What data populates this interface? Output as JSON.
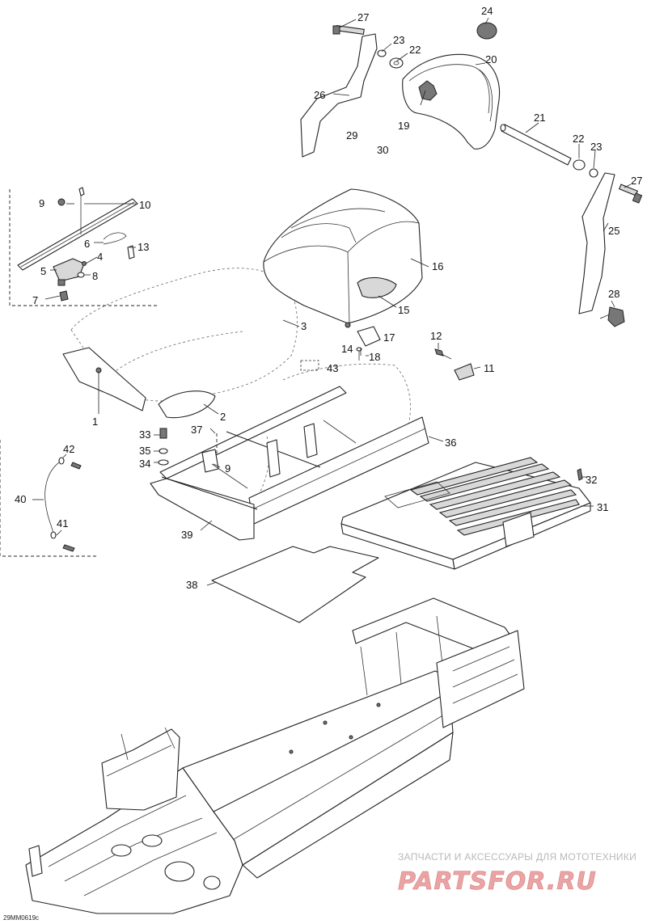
{
  "callouts": [
    {
      "id": "c1",
      "text": "1"
    },
    {
      "id": "c2",
      "text": "2"
    },
    {
      "id": "c3",
      "text": "3"
    },
    {
      "id": "c4",
      "text": "4"
    },
    {
      "id": "c5",
      "text": "5"
    },
    {
      "id": "c6",
      "text": "6"
    },
    {
      "id": "c7",
      "text": "7"
    },
    {
      "id": "c8",
      "text": "8"
    },
    {
      "id": "c9a",
      "text": "9"
    },
    {
      "id": "c9b",
      "text": "9"
    },
    {
      "id": "c10",
      "text": "10"
    },
    {
      "id": "c11",
      "text": "11"
    },
    {
      "id": "c12",
      "text": "12"
    },
    {
      "id": "c13",
      "text": "13"
    },
    {
      "id": "c14",
      "text": "14"
    },
    {
      "id": "c15",
      "text": "15"
    },
    {
      "id": "c16",
      "text": "16"
    },
    {
      "id": "c17",
      "text": "17"
    },
    {
      "id": "c18",
      "text": "18"
    },
    {
      "id": "c19",
      "text": "19"
    },
    {
      "id": "c20",
      "text": "20"
    },
    {
      "id": "c21",
      "text": "21"
    },
    {
      "id": "c22a",
      "text": "22"
    },
    {
      "id": "c22b",
      "text": "22"
    },
    {
      "id": "c23a",
      "text": "23"
    },
    {
      "id": "c23b",
      "text": "23"
    },
    {
      "id": "c24",
      "text": "24"
    },
    {
      "id": "c25",
      "text": "25"
    },
    {
      "id": "c26",
      "text": "26"
    },
    {
      "id": "c27a",
      "text": "27"
    },
    {
      "id": "c27b",
      "text": "27"
    },
    {
      "id": "c28",
      "text": "28"
    },
    {
      "id": "c29",
      "text": "29"
    },
    {
      "id": "c30",
      "text": "30"
    },
    {
      "id": "c31",
      "text": "31"
    },
    {
      "id": "c32",
      "text": "32"
    },
    {
      "id": "c33",
      "text": "33"
    },
    {
      "id": "c34",
      "text": "34"
    },
    {
      "id": "c35",
      "text": "35"
    },
    {
      "id": "c36",
      "text": "36"
    },
    {
      "id": "c37",
      "text": "37"
    },
    {
      "id": "c38",
      "text": "38"
    },
    {
      "id": "c39",
      "text": "39"
    },
    {
      "id": "c40",
      "text": "40"
    },
    {
      "id": "c41",
      "text": "41"
    },
    {
      "id": "c42",
      "text": "42"
    },
    {
      "id": "c43",
      "text": "43"
    }
  ],
  "drawing_code": "29MM0619c",
  "watermark": {
    "tagline": "ЗАПЧАСТИ И АКСЕССУАРЫ ДЛЯ МОТОТЕХНИКИ",
    "brand": "PARTSFOR.RU",
    "color": "#e05a5a"
  }
}
